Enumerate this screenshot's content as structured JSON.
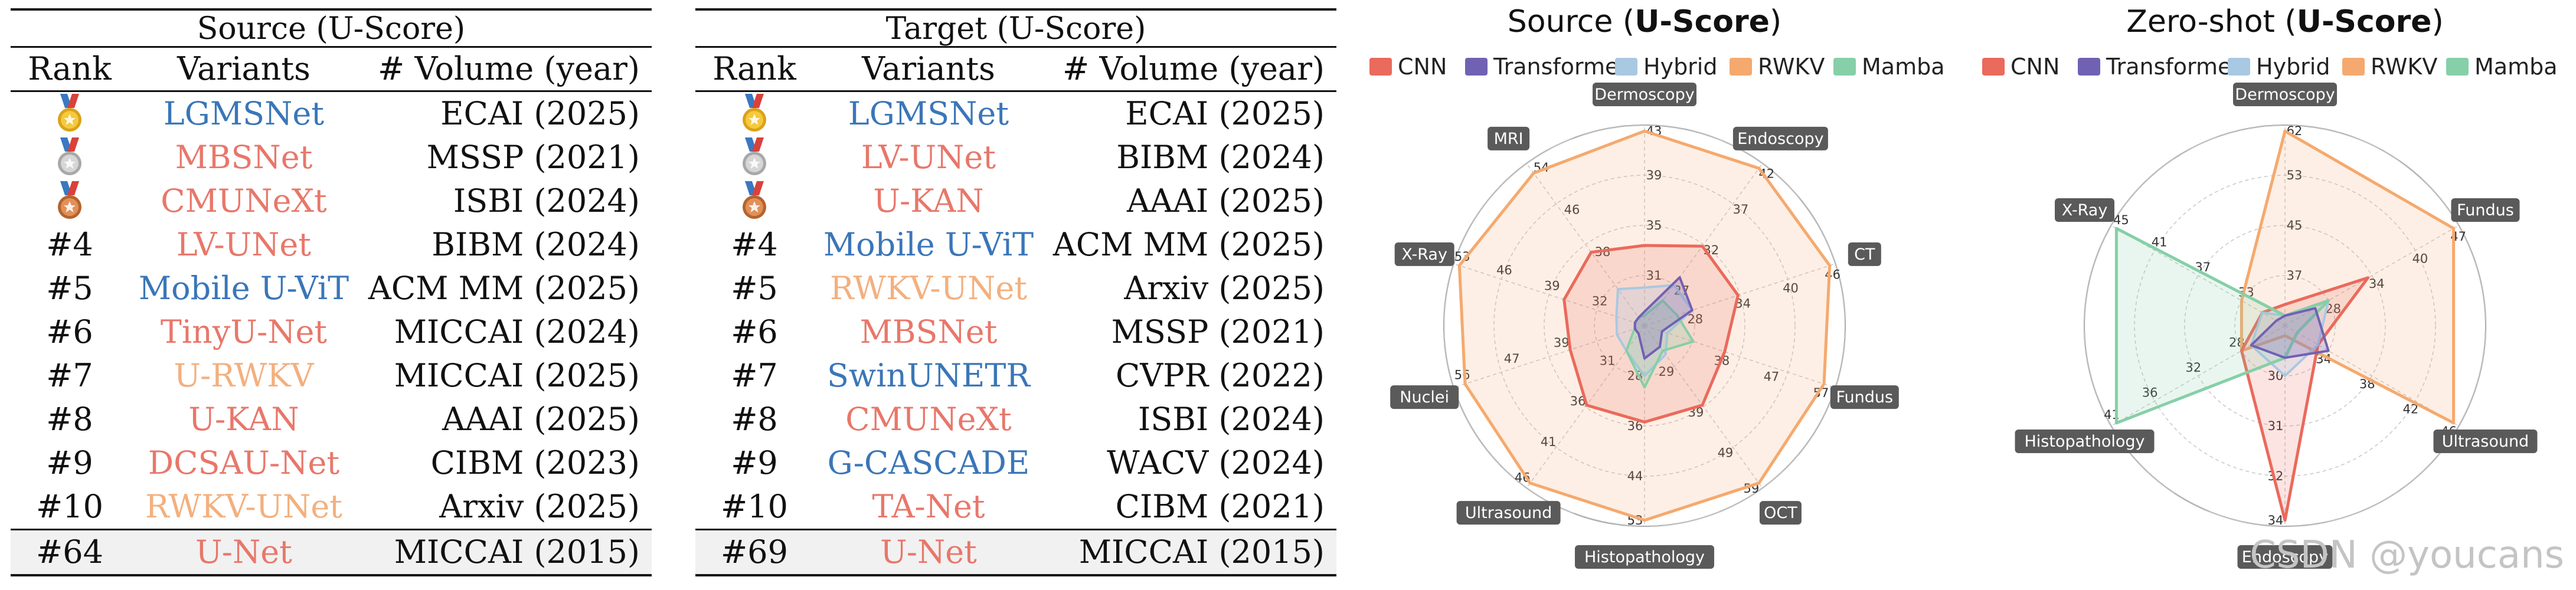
{
  "tables": [
    {
      "caption": "Source (U-Score)",
      "headers": [
        "Rank",
        "Variants",
        "# Volume (year)"
      ],
      "rows": [
        {
          "rank": "",
          "medal": "gold-medal-icon",
          "variant": "LGMSNet",
          "type": "tr",
          "volume": "ECAI (2025)"
        },
        {
          "rank": "",
          "medal": "silver-medal-icon",
          "variant": "MBSNet",
          "type": "cnn",
          "volume": "MSSP (2021)"
        },
        {
          "rank": "",
          "medal": "bronze-medal-icon",
          "variant": "CMUNeXt",
          "type": "cnn",
          "volume": "ISBI (2024)"
        },
        {
          "rank": "#4",
          "variant": "LV-UNet",
          "type": "cnn",
          "volume": "BIBM (2024)"
        },
        {
          "rank": "#5",
          "variant": "Mobile U-ViT",
          "type": "tr",
          "volume": "ACM MM (2025)"
        },
        {
          "rank": "#6",
          "variant": "TinyU-Net",
          "type": "cnn",
          "volume": "MICCAI (2024)"
        },
        {
          "rank": "#7",
          "variant": "U-RWKV",
          "type": "rwkv",
          "volume": "MICCAI (2025)"
        },
        {
          "rank": "#8",
          "variant": "U-KAN",
          "type": "cnn",
          "volume": "AAAI (2025)"
        },
        {
          "rank": "#9",
          "variant": "DCSAU-Net",
          "type": "cnn",
          "volume": "CIBM (2023)"
        },
        {
          "rank": "#10",
          "variant": "RWKV-UNet",
          "type": "rwkv",
          "volume": "Arxiv (2025)"
        }
      ],
      "last_row": {
        "rank": "#64",
        "variant": "U-Net",
        "type": "cnn",
        "volume": "MICCAI (2015)"
      }
    },
    {
      "caption": "Target (U-Score)",
      "headers": [
        "Rank",
        "Variants",
        "# Volume (year)"
      ],
      "rows": [
        {
          "rank": "",
          "medal": "gold-medal-icon",
          "variant": "LGMSNet",
          "type": "tr",
          "volume": "ECAI (2025)"
        },
        {
          "rank": "",
          "medal": "silver-medal-icon",
          "variant": "LV-UNet",
          "type": "cnn",
          "volume": "BIBM (2024)"
        },
        {
          "rank": "",
          "medal": "bronze-medal-icon",
          "variant": "U-KAN",
          "type": "cnn",
          "volume": "AAAI (2025)"
        },
        {
          "rank": "#4",
          "variant": "Mobile U-ViT",
          "type": "tr",
          "volume": "ACM MM (2025)"
        },
        {
          "rank": "#5",
          "variant": "RWKV-UNet",
          "type": "rwkv",
          "volume": "Arxiv (2025)"
        },
        {
          "rank": "#6",
          "variant": "MBSNet",
          "type": "cnn",
          "volume": "MSSP (2021)"
        },
        {
          "rank": "#7",
          "variant": "SwinUNETR",
          "type": "tr",
          "volume": "CVPR (2022)"
        },
        {
          "rank": "#8",
          "variant": "CMUNeXt",
          "type": "cnn",
          "volume": "ISBI (2024)"
        },
        {
          "rank": "#9",
          "variant": "G-CASCADE",
          "type": "tr",
          "volume": "WACV (2024)"
        },
        {
          "rank": "#10",
          "variant": "TA-Net",
          "type": "cnn",
          "volume": "CIBM (2021)"
        }
      ],
      "last_row": {
        "rank": "#69",
        "variant": "U-Net",
        "type": "cnn",
        "volume": "MICCAI (2015)"
      }
    }
  ],
  "colors": {
    "cnn": "#e8776a",
    "transformer": "#3a76b8",
    "rwkv": "#f3b07e",
    "CNN": "#ea6a5c",
    "Transformer": "#7161b3",
    "Hybrid": "#a9c8e2",
    "RWKV": "#f5a96e",
    "Mamba": "#86cfa8"
  },
  "chart_data": [
    {
      "type": "radar",
      "title_prefix": "Source (",
      "title_bold": "U-Score",
      "title_suffix": ")",
      "legend": [
        "CNN",
        "Transformer",
        "Hybrid",
        "RWKV",
        "Mamba"
      ],
      "axes": [
        "Dermoscopy",
        "Endoscopy",
        "CT",
        "Fundus",
        "OCT",
        "Histopathology",
        "Ultrasound",
        "Nuclei",
        "X-Ray",
        "MRI"
      ],
      "ticks": [
        [
          "31",
          "35",
          "39",
          "43"
        ],
        [
          "27",
          "32",
          "37",
          "42"
        ],
        [
          "28",
          "34",
          "40",
          "46"
        ],
        [
          "38",
          "47",
          "57"
        ],
        [
          "29",
          "39",
          "49",
          "59"
        ],
        [
          "28",
          "36",
          "44",
          "53"
        ],
        [
          "31",
          "36",
          "41",
          "46"
        ],
        [
          "39",
          "47",
          "56"
        ],
        [
          "32",
          "39",
          "46",
          "53"
        ],
        [
          "38",
          "46",
          "54"
        ]
      ],
      "series": [
        {
          "name": "RWKV",
          "values": [
            43,
            42,
            46,
            57,
            59,
            53,
            46,
            56,
            53,
            54
          ]
        },
        {
          "name": "CNN",
          "values": [
            33.5,
            32,
            34,
            38,
            39,
            36,
            36,
            38,
            37,
            39
          ]
        },
        {
          "name": "Hybrid",
          "values": [
            30,
            27,
            28,
            27,
            26,
            28,
            29,
            30,
            29,
            32
          ]
        },
        {
          "name": "Mamba",
          "values": [
            26,
            25,
            26,
            32,
            25,
            30,
            29,
            27,
            25,
            26
          ]
        },
        {
          "name": "Transformer",
          "values": [
            28,
            28,
            28,
            26,
            24,
            25,
            26,
            24,
            23,
            26
          ]
        }
      ]
    },
    {
      "type": "radar",
      "title_prefix": "Zero-shot (",
      "title_bold": "U-Score",
      "title_suffix": ")",
      "legend": [
        "CNN",
        "Transformer",
        "Hybrid",
        "RWKV",
        "Mamba"
      ],
      "axes": [
        "Dermoscopy",
        "Fundus",
        "Ultrasound",
        "Endoscopy",
        "Histopathology",
        "X-Ray"
      ],
      "ticks": [
        [
          "37",
          "45",
          "53",
          "62"
        ],
        [
          "28",
          "34",
          "40",
          "47"
        ],
        [
          "34",
          "38",
          "42",
          "46"
        ],
        [
          "30",
          "31",
          "32",
          "34"
        ],
        [
          "28",
          "32",
          "36",
          "41"
        ],
        [
          "33",
          "37",
          "41",
          "45"
        ]
      ],
      "series": [
        {
          "name": "RWKV",
          "values": [
            62,
            47,
            46,
            26,
            28,
            33
          ]
        },
        {
          "name": "CNN",
          "values": [
            32,
            34,
            33,
            34,
            28,
            31
          ]
        },
        {
          "name": "Hybrid",
          "values": [
            30,
            28,
            33,
            30,
            27,
            31
          ]
        },
        {
          "name": "Mamba",
          "values": [
            30,
            28,
            31,
            29.5,
            41,
            45
          ]
        },
        {
          "name": "Transformer",
          "values": [
            28,
            26,
            34,
            29.5,
            27,
            29
          ]
        }
      ]
    }
  ],
  "watermark": "CSDN @youcans"
}
